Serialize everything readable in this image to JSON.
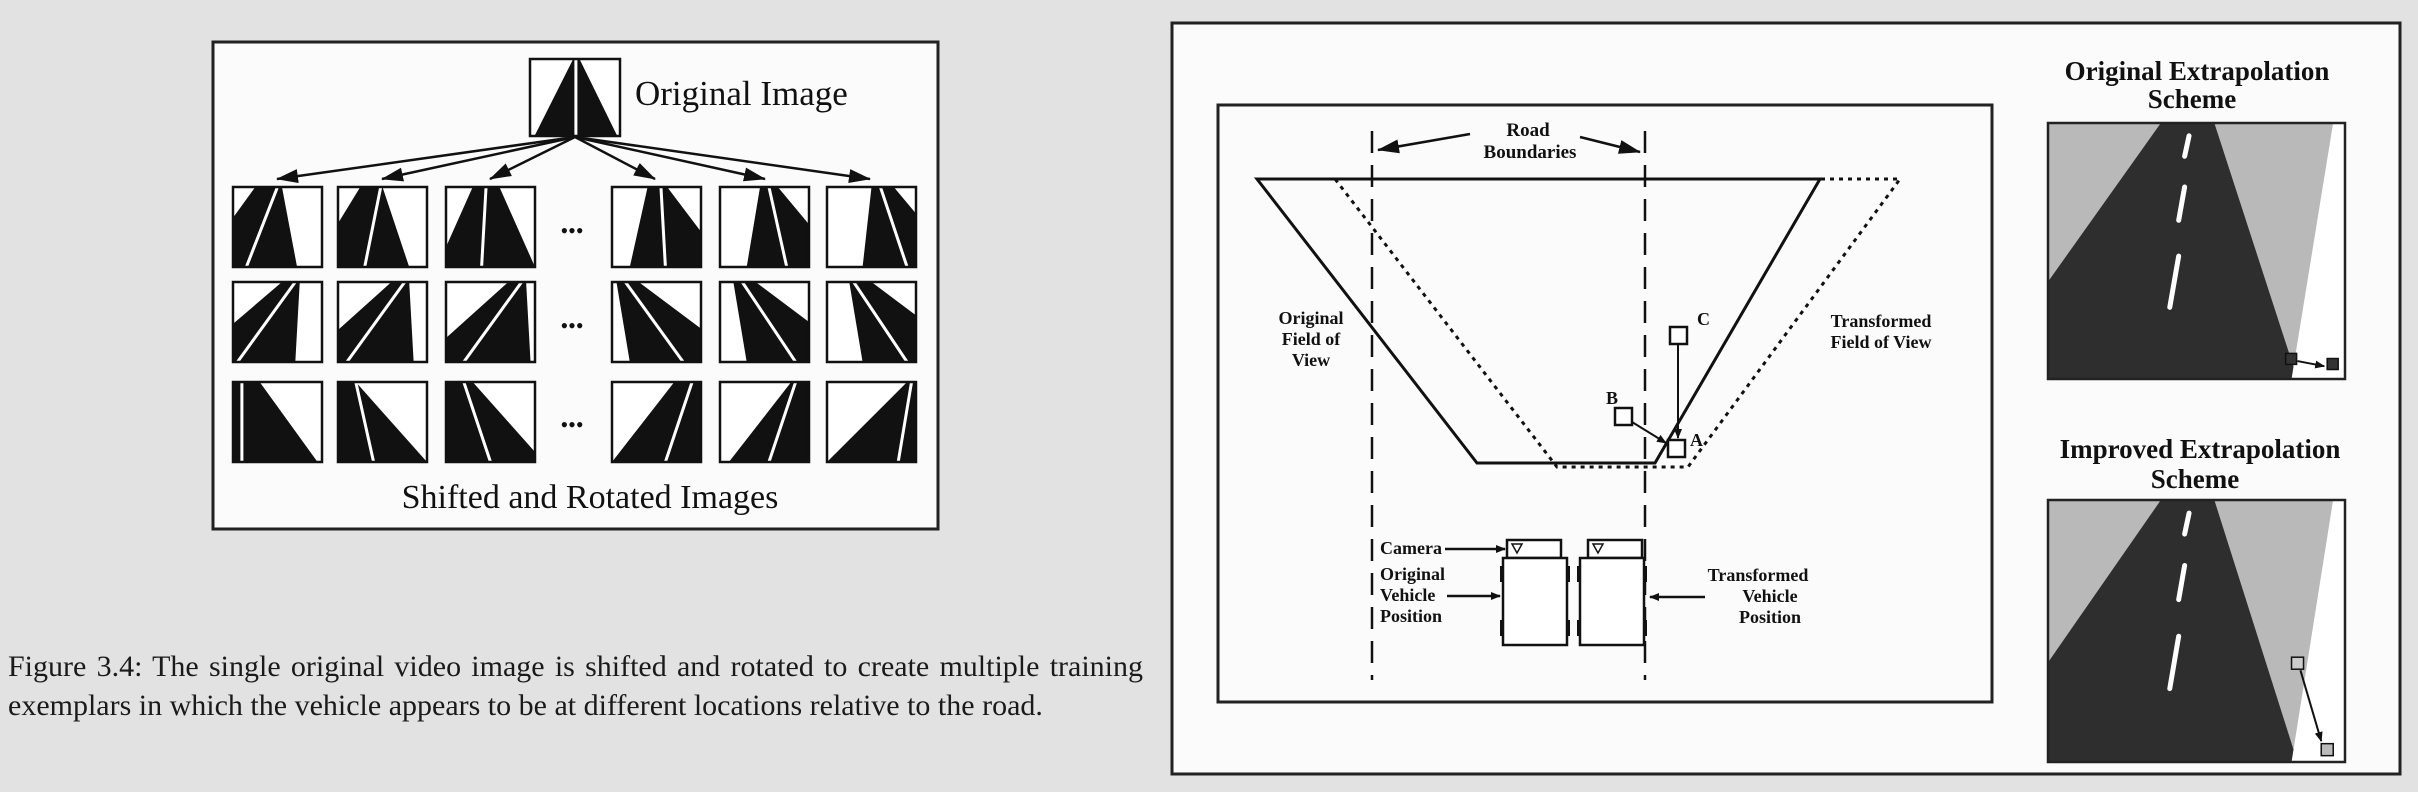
{
  "left_figure": {
    "original_label": "Original Image",
    "bottom_label": "Shifted and Rotated Images",
    "ellipsis": "•••"
  },
  "caption": "Figure 3.4: The single original video image is shifted and rotated to create multiple training exemplars in which the vehicle appears to be at different locations relative to the road.",
  "right_figure": {
    "road_boundaries": [
      "Road",
      "Boundaries"
    ],
    "original_fov": [
      "Original",
      "Field of",
      "View"
    ],
    "transformed_fov": [
      "Transformed",
      "Field of View"
    ],
    "point_labels": {
      "a": "A",
      "b": "B",
      "c": "C"
    },
    "camera_label": "Camera",
    "original_vehicle": [
      "Original",
      "Vehicle",
      "Position"
    ],
    "transformed_vehicle": [
      "Transformed",
      "Vehicle",
      "Position"
    ],
    "original_scheme_title": [
      "Original Extrapolation",
      "Scheme"
    ],
    "improved_scheme_title": [
      "Improved Extrapolation",
      "Scheme"
    ]
  }
}
